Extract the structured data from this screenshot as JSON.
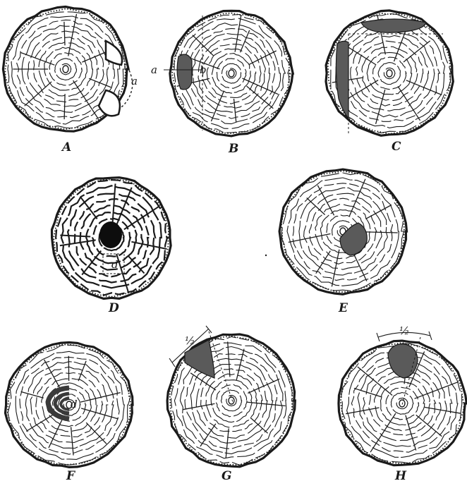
{
  "figures": [
    {
      "id": "A",
      "caption": "A",
      "markers": [
        "a"
      ],
      "defect": "shake"
    },
    {
      "id": "B",
      "caption": "B",
      "markers": [
        "a",
        "b"
      ],
      "defect": "side pocket"
    },
    {
      "id": "C",
      "caption": "C",
      "markers": [],
      "defect": "wane"
    },
    {
      "id": "D",
      "caption": "D",
      "markers": [
        "d"
      ],
      "defect": "heart rot"
    },
    {
      "id": "E",
      "caption": "E",
      "markers": [],
      "defect": "knot pocket"
    },
    {
      "id": "F",
      "caption": "F",
      "markers": [
        "d"
      ],
      "defect": "ring rot"
    },
    {
      "id": "G",
      "caption": "G",
      "markers": [
        "½"
      ],
      "defect": "edge pocket"
    },
    {
      "id": "H",
      "caption": "H",
      "markers": [
        "½"
      ],
      "defect": "edge pocket"
    }
  ],
  "colors": {
    "ink": "#1a1a1a",
    "paper": "#ffffff",
    "rot": "#5a5a5a"
  }
}
